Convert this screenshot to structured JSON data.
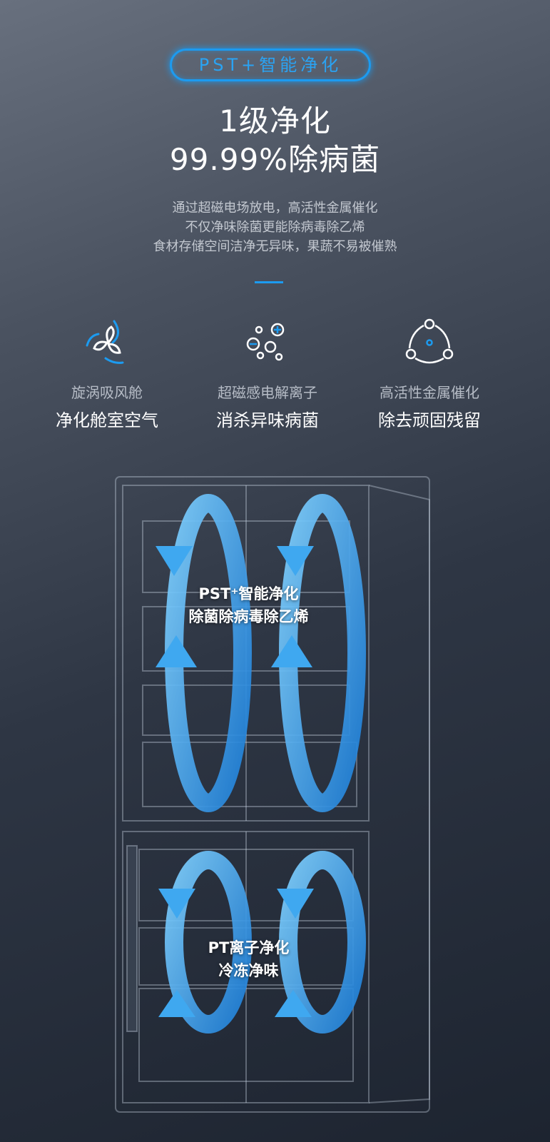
{
  "badge": "PST+智能净化",
  "headline": [
    "1级净化",
    "99.99%除病菌"
  ],
  "description": [
    "通过超磁电场放电，高活性金属催化",
    "不仅净味除菌更能除病毒除乙烯",
    "食材存储空间洁净无异味，果蔬不易被催熟"
  ],
  "features": [
    {
      "icon": "vortex-fan-icon",
      "label": "旋涡吸风舱",
      "desc": "净化舱室空气"
    },
    {
      "icon": "ions-icon",
      "label": "超磁感电解离子",
      "desc": "消杀异味病菌"
    },
    {
      "icon": "metal-catalyst-icon",
      "label": "高活性金属催化",
      "desc": "除去顽固残留"
    }
  ],
  "fridge": {
    "upper": {
      "title": "PST⁺智能净化",
      "subtitle": "除菌除病毒除乙烯"
    },
    "lower": {
      "title": "PT离子净化",
      "subtitle": "冷冻净味"
    }
  },
  "colors": {
    "accent": "#1c9bf0"
  }
}
